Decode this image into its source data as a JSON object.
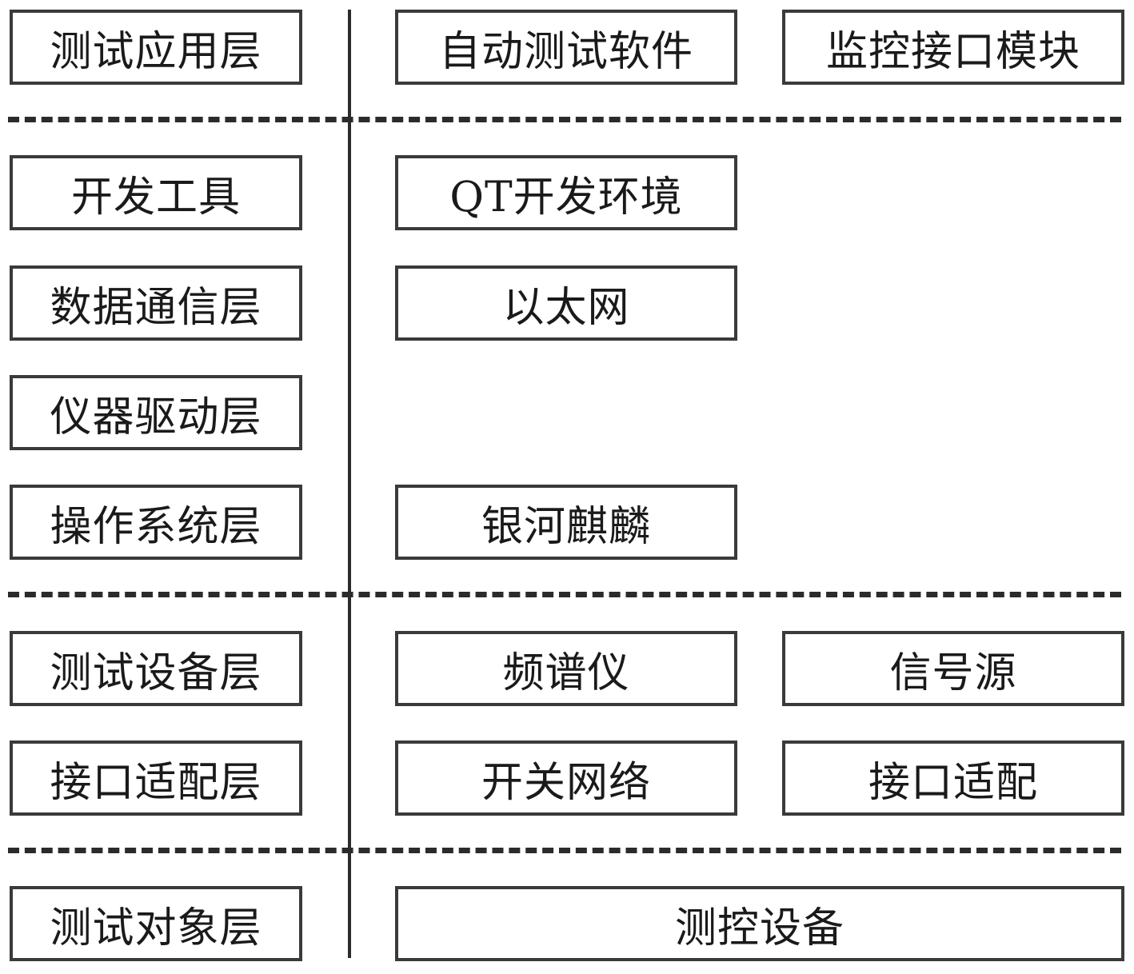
{
  "layers": {
    "app": "测试应用层",
    "devtools": "开发工具",
    "comm": "数据通信层",
    "driver": "仪器驱动层",
    "os": "操作系统层",
    "device": "测试设备层",
    "adapter": "接口适配层",
    "target": "测试对象层"
  },
  "components": {
    "auto_test_software": "自动测试软件",
    "monitor_interface": "监控接口模块",
    "qt_env": "QT开发环境",
    "ethernet": "以太网",
    "kylin": "银河麒麟",
    "spectrum_analyzer": "频谱仪",
    "signal_source": "信号源",
    "switch_network": "开关网络",
    "interface_adapter": "接口适配",
    "tt_equipment": "测控设备"
  },
  "colors": {
    "line": "#2b2b2b",
    "box_border": "#3a3a3a",
    "text": "#1a1a1a"
  }
}
